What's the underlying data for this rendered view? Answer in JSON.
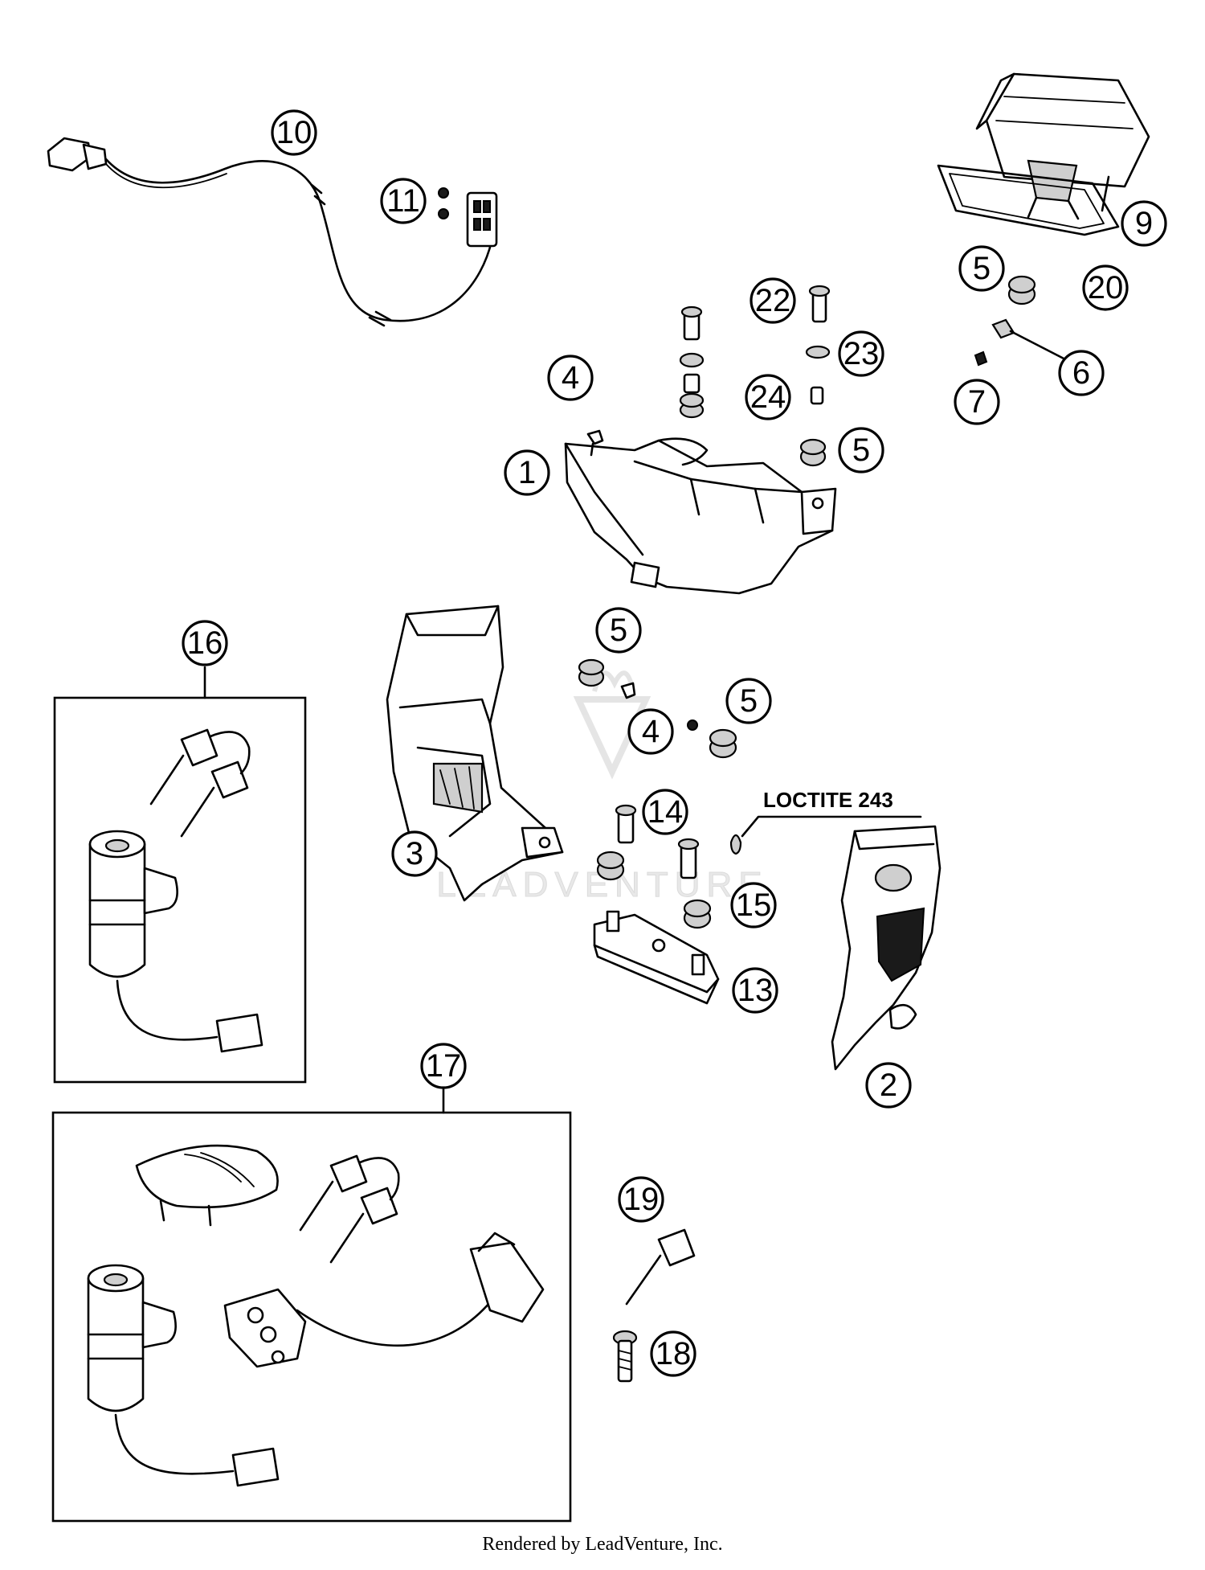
{
  "callouts": {
    "c1": "1",
    "c2": "2",
    "c3": "3",
    "c4a": "4",
    "c4b": "4",
    "c5a": "5",
    "c5b": "5",
    "c5c": "5",
    "c5d": "5",
    "c6": "6",
    "c7": "7",
    "c9": "9",
    "c10": "10",
    "c11": "11",
    "c13": "13",
    "c14": "14",
    "c15": "15",
    "c16": "16",
    "c17": "17",
    "c18": "18",
    "c19": "19",
    "c20": "20",
    "c22": "22",
    "c23": "23",
    "c24": "24"
  },
  "annotation": {
    "loctite": "LOCTITE 243"
  },
  "watermark": {
    "brand": "LEADVENTURE"
  },
  "footer": {
    "rendered_by": "Rendered by LeadVenture, Inc."
  }
}
